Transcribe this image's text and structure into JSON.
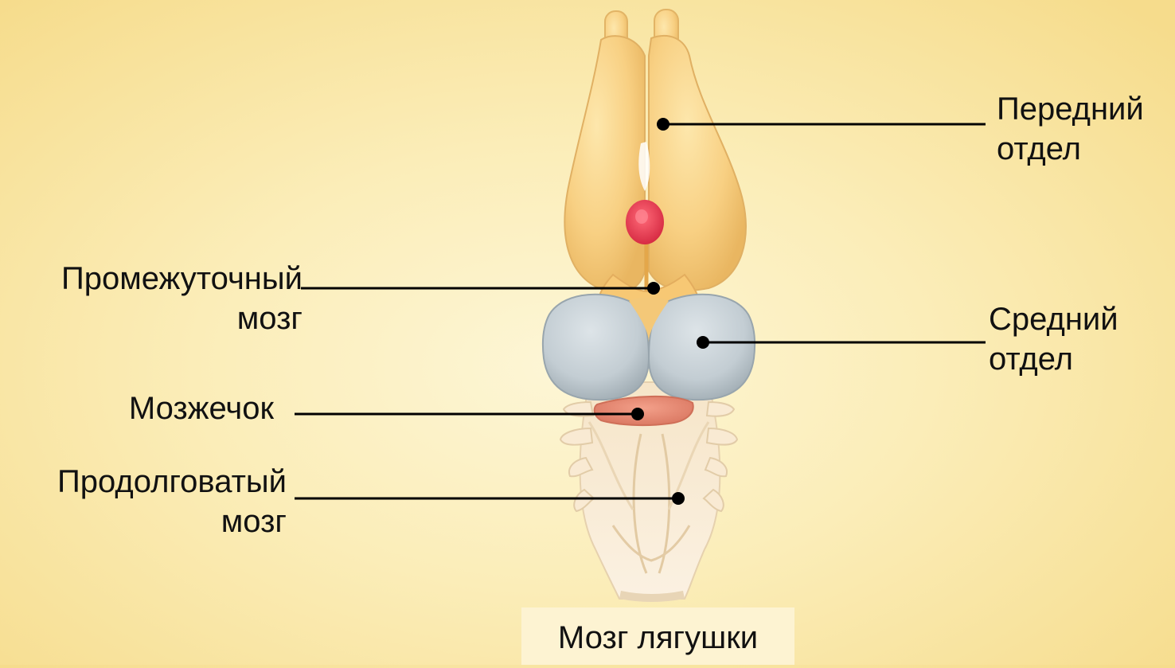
{
  "diagram": {
    "labels": {
      "forebrain": {
        "line1": "Передний",
        "line2": "отдел"
      },
      "diencephalon": {
        "line1": "Промежуточный",
        "line2": "мозг"
      },
      "midbrain": {
        "line1": "Средний",
        "line2": "отдел"
      },
      "cerebellum": {
        "line1": "Мозжечок"
      },
      "medulla": {
        "line1": "Продолговатый",
        "line2": "мозг"
      }
    },
    "caption": "Мозг лягушки",
    "colors": {
      "forebrain": "#f7cf7c",
      "midbrain": "#c7d1d6",
      "cerebellum": "#e48a6e",
      "pineal": "#e23a4e",
      "medulla": "#f8e9d2",
      "leader_line": "#000000"
    }
  }
}
